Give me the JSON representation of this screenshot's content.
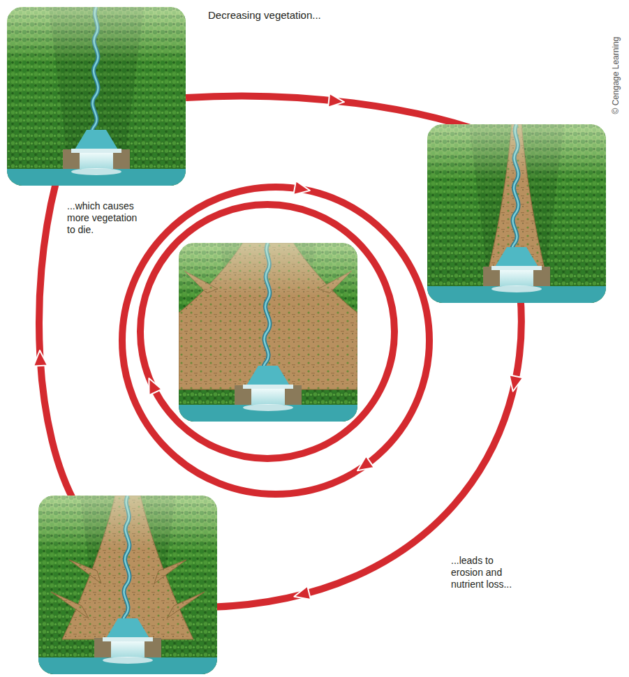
{
  "diagram": {
    "labels": [
      "Decreasing vegetation...",
      "...leads to erosion and nutrient loss...",
      "...which causes more vegetation to die.",
      "© Cengage Learning"
    ]
  }
}
